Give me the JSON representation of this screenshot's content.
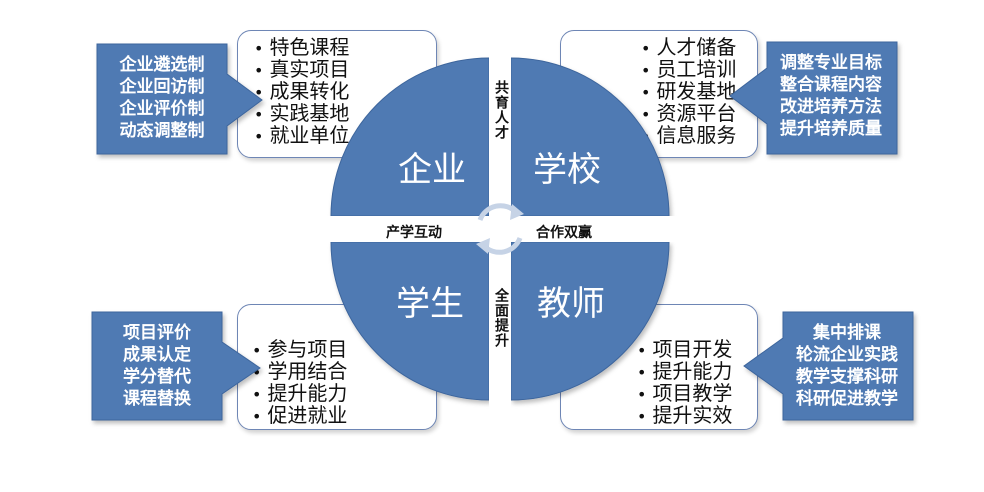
{
  "quadrants": {
    "enterprise": "企业",
    "school": "学校",
    "student": "学生",
    "teacher": "教师"
  },
  "links": {
    "top": "共育人才",
    "left": "产学互动",
    "right": "合作双赢",
    "bottom": "全面提升"
  },
  "enterprise_items": [
    "特色课程",
    "真实项目",
    "成果转化",
    "实践基地",
    "就业单位"
  ],
  "enterprise_callout": [
    "企业遴选制",
    "企业回访制",
    "企业评价制",
    "动态调整制"
  ],
  "school_items": [
    "人才储备",
    "员工培训",
    "研发基地",
    "资源平台",
    "信息服务"
  ],
  "school_callout": [
    "调整专业目标",
    "整合课程内容",
    "改进培养方法",
    "提升培养质量"
  ],
  "student_items": [
    "参与项目",
    "学用结合",
    "提升能力",
    "促进就业"
  ],
  "student_callout": [
    "项目评价",
    "成果认定",
    "学分替代",
    "课程替换"
  ],
  "teacher_items": [
    "项目开发",
    "提升能力",
    "项目教学",
    "提升实效"
  ],
  "teacher_callout": [
    "集中排课",
    "轮流企业实践",
    "教学支撑科研",
    "科研促进教学"
  ],
  "colors": {
    "quadrant": "#4f7ab3",
    "callout": "#4f7ab3",
    "box_border": "#6e86b5"
  }
}
